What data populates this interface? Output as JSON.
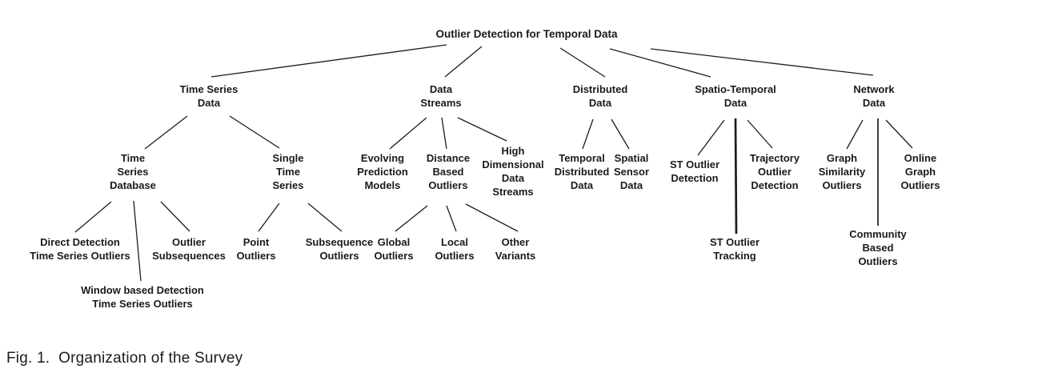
{
  "figure": {
    "caption": "Fig. 1.  Organization of the Survey"
  },
  "nodes": {
    "root": {
      "label": "Outlier Detection for Temporal Data"
    },
    "time_series_data": {
      "label": "Time Series\nData"
    },
    "data_streams": {
      "label": "Data\nStreams"
    },
    "distributed_data": {
      "label": "Distributed\nData"
    },
    "spatio_temporal_data": {
      "label": "Spatio-Temporal\nData"
    },
    "network_data": {
      "label": "Network\nData"
    },
    "time_series_database": {
      "label": "Time\nSeries\nDatabase"
    },
    "single_time_series": {
      "label": "Single\nTime\nSeries"
    },
    "evolving_prediction_models": {
      "label": "Evolving\nPrediction\nModels"
    },
    "distance_based_outliers": {
      "label": "Distance\nBased\nOutliers"
    },
    "high_dimensional_data_streams": {
      "label": "High\nDimensional\nData\nStreams"
    },
    "temporal_distributed_data": {
      "label": "Temporal\nDistributed\nData"
    },
    "spatial_sensor_data": {
      "label": "Spatial\nSensor\nData"
    },
    "st_outlier_detection": {
      "label": "ST Outlier\nDetection"
    },
    "trajectory_outlier_detection": {
      "label": "Trajectory\nOutlier\nDetection"
    },
    "graph_similarity_outliers": {
      "label": "Graph\nSimilarity\nOutliers"
    },
    "online_graph_outliers": {
      "label": "Online\nGraph\nOutliers"
    },
    "direct_detection_time_series_outliers": {
      "label": "Direct Detection\nTime Series Outliers"
    },
    "outlier_subsequences": {
      "label": "Outlier\nSubsequences"
    },
    "point_outliers": {
      "label": "Point\nOutliers"
    },
    "subsequence_outliers": {
      "label": "Subsequence\nOutliers"
    },
    "global_outliers": {
      "label": "Global\nOutliers"
    },
    "local_outliers": {
      "label": "Local\nOutliers"
    },
    "other_variants": {
      "label": "Other\nVariants"
    },
    "st_outlier_tracking": {
      "label": "ST Outlier\nTracking"
    },
    "community_based_outliers": {
      "label": "Community\nBased\nOutliers"
    },
    "window_based_detection_time_series_outliers": {
      "label": "Window based Detection\nTime Series Outliers"
    }
  },
  "hierarchy": {
    "label": "Outlier Detection for Temporal Data",
    "children": [
      {
        "label": "Time Series Data",
        "children": [
          {
            "label": "Time Series Database",
            "children": [
              {
                "label": "Direct Detection Time Series Outliers"
              },
              {
                "label": "Window based Detection Time Series Outliers"
              },
              {
                "label": "Outlier Subsequences"
              }
            ]
          },
          {
            "label": "Single Time Series",
            "children": [
              {
                "label": "Point Outliers"
              },
              {
                "label": "Subsequence Outliers"
              }
            ]
          }
        ]
      },
      {
        "label": "Data Streams",
        "children": [
          {
            "label": "Evolving Prediction Models"
          },
          {
            "label": "Distance Based Outliers",
            "children": [
              {
                "label": "Global Outliers"
              },
              {
                "label": "Local Outliers"
              },
              {
                "label": "Other Variants"
              }
            ]
          },
          {
            "label": "High Dimensional Data Streams"
          }
        ]
      },
      {
        "label": "Distributed Data",
        "children": [
          {
            "label": "Temporal Distributed Data"
          },
          {
            "label": "Spatial Sensor Data"
          }
        ]
      },
      {
        "label": "Spatio-Temporal Data",
        "children": [
          {
            "label": "ST Outlier Detection"
          },
          {
            "label": "ST Outlier Tracking"
          },
          {
            "label": "Trajectory Outlier Detection"
          }
        ]
      },
      {
        "label": "Network Data",
        "children": [
          {
            "label": "Graph Similarity Outliers"
          },
          {
            "label": "Community Based Outliers"
          },
          {
            "label": "Online Graph Outliers"
          }
        ]
      }
    ]
  }
}
